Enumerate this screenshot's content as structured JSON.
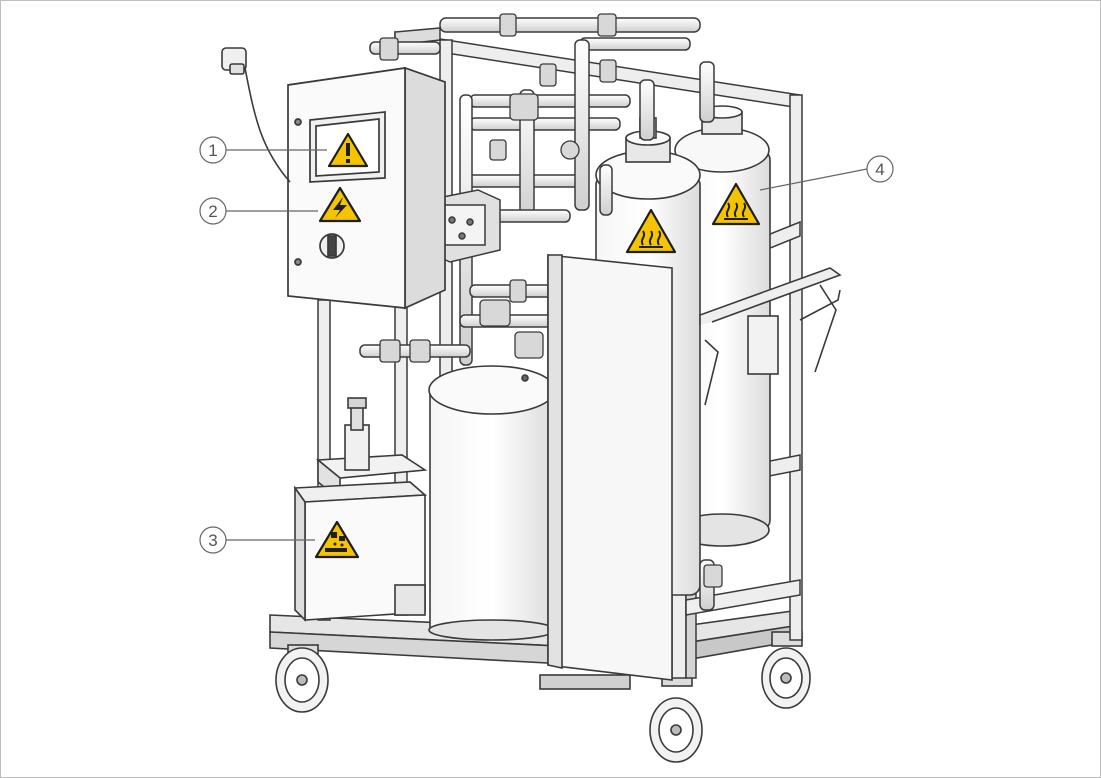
{
  "callouts": [
    {
      "id": "1",
      "label": "1"
    },
    {
      "id": "2",
      "label": "2"
    },
    {
      "id": "3",
      "label": "3"
    },
    {
      "id": "4",
      "label": "4"
    }
  ],
  "warning_icons": [
    {
      "name": "general-warning-icon",
      "glyph": "!"
    },
    {
      "name": "electrical-hazard-icon",
      "glyph": "⚡"
    },
    {
      "name": "corrosive-hazard-icon",
      "glyph": ""
    },
    {
      "name": "hot-surface-icon-rear",
      "glyph": "♨"
    },
    {
      "name": "hot-surface-icon-front",
      "glyph": "♨"
    }
  ],
  "colors": {
    "line": "#3a3a3a",
    "light_line": "#8a8a8a",
    "metal": "#e8e8e8",
    "metal_dark": "#c9c9c9",
    "warning_yellow": "#f5c400",
    "callout_gray": "#666666"
  }
}
